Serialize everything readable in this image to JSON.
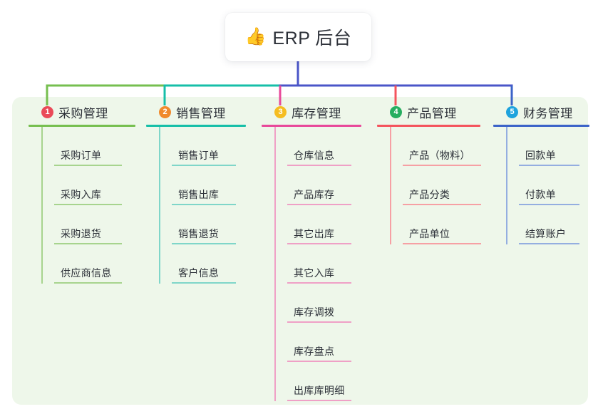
{
  "root": {
    "icon": "thumbs-up-icon",
    "emoji": "👍",
    "title": "ERP 后台"
  },
  "palette": {
    "panel_background": "#eef7ea",
    "page_background": "#ffffff",
    "root_stem": "#4a55c8",
    "trunk": "#4a55c8"
  },
  "columns": [
    {
      "index": "1",
      "title": "采购管理",
      "badge_color": "#ea4a58",
      "line_color": "#76bf4f",
      "item_line_color": "#a7d48e",
      "items": [
        {
          "label": "采购订单"
        },
        {
          "label": "采购入库"
        },
        {
          "label": "采购退货"
        },
        {
          "label": "供应商信息"
        }
      ]
    },
    {
      "index": "2",
      "title": "销售管理",
      "badge_color": "#f08a2c",
      "line_color": "#16bfa8",
      "item_line_color": "#7fd6c9",
      "items": [
        {
          "label": "销售订单"
        },
        {
          "label": "销售出库"
        },
        {
          "label": "销售退货"
        },
        {
          "label": "客户信息"
        }
      ]
    },
    {
      "index": "3",
      "title": "库存管理",
      "badge_color": "#f5bd21",
      "line_color": "#e8499a",
      "item_line_color": "#efa0c6",
      "items": [
        {
          "label": "仓库信息"
        },
        {
          "label": "产品库存"
        },
        {
          "label": "其它出库"
        },
        {
          "label": "其它入库"
        },
        {
          "label": "库存调拨"
        },
        {
          "label": "库存盘点"
        },
        {
          "label": "出库库明细"
        }
      ]
    },
    {
      "index": "4",
      "title": "产品管理",
      "badge_color": "#27ae60",
      "line_color": "#f4545d",
      "item_line_color": "#f6a0a4",
      "items": [
        {
          "label": "产品（物料）"
        },
        {
          "label": "产品分类"
        },
        {
          "label": "产品单位"
        }
      ]
    },
    {
      "index": "5",
      "title": "财务管理",
      "badge_color": "#1ea3dd",
      "line_color": "#3b63c8",
      "item_line_color": "#94aee0",
      "items": [
        {
          "label": "回款单"
        },
        {
          "label": "付款单"
        },
        {
          "label": "结算账户"
        }
      ]
    }
  ]
}
